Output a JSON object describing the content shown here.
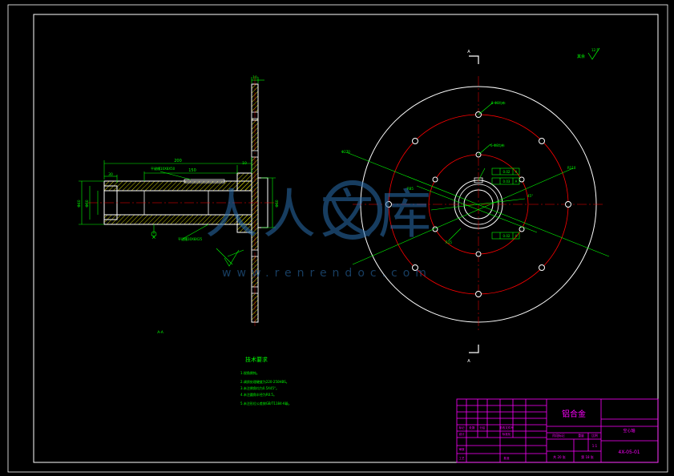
{
  "drawing": {
    "material": "铝合金",
    "part_name": "空心轴",
    "drawing_number": "4X-05-01",
    "scale": "1:1",
    "sheet_total": "共 20 张",
    "sheet_current": "第 18 张",
    "title_block": {
      "mark_label": "标记",
      "quantity_label": "处数",
      "zone_label": "分区",
      "change_doc_label": "更改文件号",
      "design_label": "设计",
      "standardization_label": "标准化",
      "stage_mark_label": "阶段标记",
      "weight_label": "重量",
      "scale_label": "比例",
      "review_label": "审核",
      "process_label": "工艺",
      "approve_label": "批准"
    }
  },
  "tech_req": {
    "title": "技术要求",
    "items": [
      "1.锐角倒钝。",
      "2.调质处理硬度为220-250HBS。",
      "3.未注倒角均为0.5X45°。",
      "4.未注圆角半径为R0.5。",
      "5.未注形位公差按GB/T1184-K级。"
    ]
  },
  "annotations": {
    "roughness_rest": "其余",
    "roughness_value": "12.5",
    "section_a": "A",
    "detail_mark": "A-A",
    "datum_a": "A",
    "keyway_note_1": "平键槽10X8X50",
    "keyway_note_2": "平键槽10X8X25",
    "dim_length_total": "200",
    "dim_length_mid": "150",
    "dim_length_small": "30",
    "dim_shoulder": "10",
    "dim_bore_left": "Φ40",
    "dim_dia_outer": "Φ60",
    "dim_flange": "Φ270",
    "dim_pcd_outer": "8-Φ8均布",
    "dim_pcd_inner": "6-Φ8均布",
    "dim_angle": "45°",
    "gdt_tol_1": "0.02",
    "gdt_tol_2": "0.03",
    "gdt_tol_3": "0.02",
    "dim_r1": "R15",
    "dim_r2": "R85",
    "dim_r3": "R110"
  },
  "watermark": {
    "text": "人人文库",
    "url": "www.renrendoc.com"
  },
  "colors": {
    "background": "#000000",
    "outline": "#ffffff",
    "dimension": "#00ff00",
    "centerline": "#ff0000",
    "hidden": "#ffff00",
    "title_block": "#ff00ff",
    "watermark": "#2a6fb0"
  }
}
